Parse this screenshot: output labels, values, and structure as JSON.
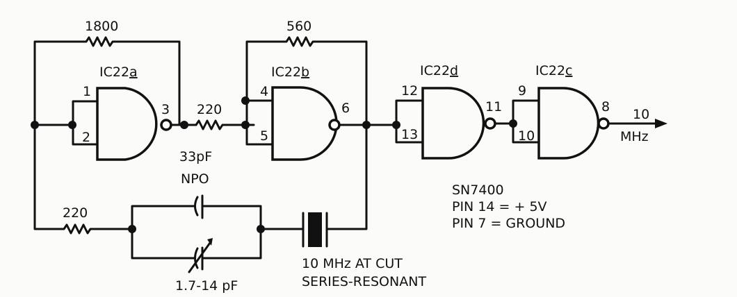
{
  "resistors": {
    "r_feedback_a": "1800",
    "r_feedback_b": "560",
    "r_series": "220",
    "r_input": "220"
  },
  "gates": [
    {
      "name": "IC22",
      "suffix": "a",
      "pins": [
        "1",
        "2",
        "3"
      ]
    },
    {
      "name": "IC22",
      "suffix": "b",
      "pins": [
        "4",
        "5",
        "6"
      ]
    },
    {
      "name": "IC22",
      "suffix": "d",
      "pins": [
        "12",
        "13",
        "11"
      ]
    },
    {
      "name": "IC22",
      "suffix": "c",
      "pins": [
        "9",
        "10",
        "8"
      ]
    }
  ],
  "capacitor": {
    "value": "33pF",
    "type": "NPO"
  },
  "trimmer": {
    "value": "1.7-14 pF"
  },
  "crystal": {
    "line1": "10 MHz AT CUT",
    "line2": "SERIES-RESONANT"
  },
  "output": {
    "value": "10",
    "unit": "MHz"
  },
  "notes": {
    "chip": "SN7400",
    "pin14": "PIN 14 = + 5V",
    "pin7": "PIN 7 = GROUND"
  }
}
